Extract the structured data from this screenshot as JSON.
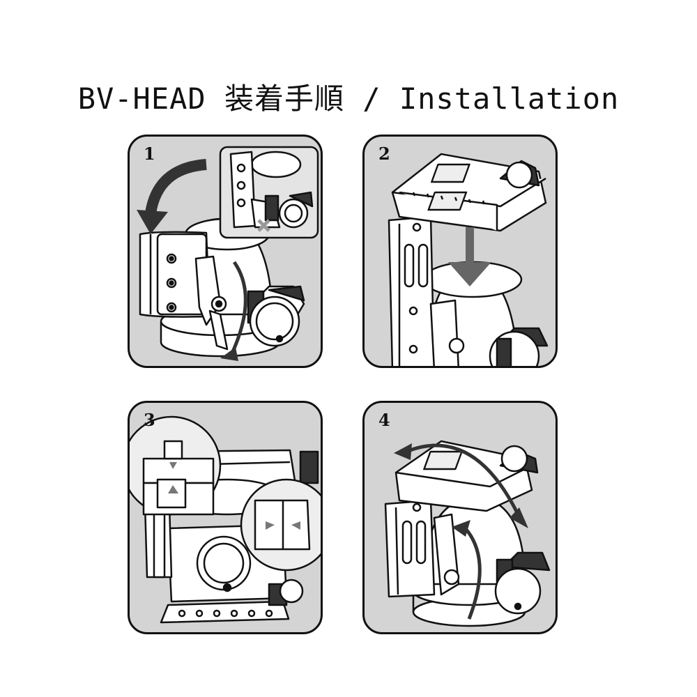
{
  "title": "BV-HEAD 装着手順 / Installation",
  "steps": [
    {
      "number": "1"
    },
    {
      "number": "2"
    },
    {
      "number": "3"
    },
    {
      "number": "4"
    }
  ]
}
